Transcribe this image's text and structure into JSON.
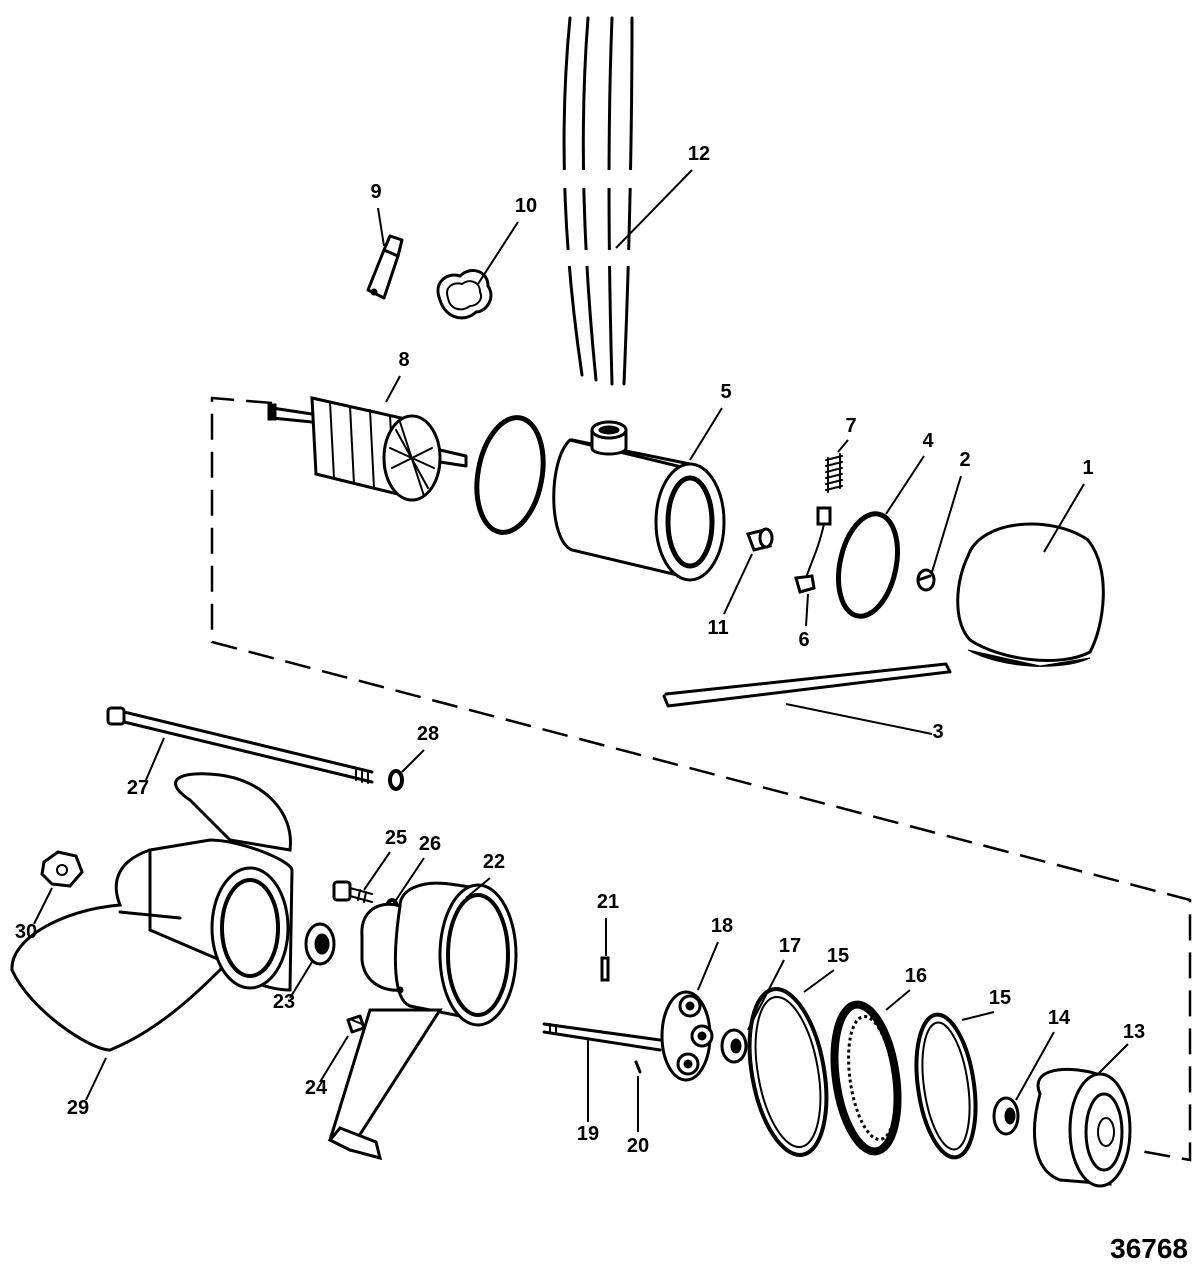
{
  "figure_number": "36768",
  "callouts": [
    {
      "id": "1"
    },
    {
      "id": "2"
    },
    {
      "id": "3"
    },
    {
      "id": "4"
    },
    {
      "id": "5"
    },
    {
      "id": "6"
    },
    {
      "id": "7"
    },
    {
      "id": "8"
    },
    {
      "id": "9"
    },
    {
      "id": "10"
    },
    {
      "id": "11"
    },
    {
      "id": "12"
    },
    {
      "id": "13"
    },
    {
      "id": "14"
    },
    {
      "id": "15a",
      "label": "15"
    },
    {
      "id": "15b",
      "label": "15"
    },
    {
      "id": "16"
    },
    {
      "id": "17"
    },
    {
      "id": "18"
    },
    {
      "id": "19"
    },
    {
      "id": "20"
    },
    {
      "id": "21"
    },
    {
      "id": "22"
    },
    {
      "id": "23"
    },
    {
      "id": "24"
    },
    {
      "id": "25"
    },
    {
      "id": "26"
    },
    {
      "id": "27"
    },
    {
      "id": "28"
    },
    {
      "id": "29"
    },
    {
      "id": "30"
    }
  ]
}
